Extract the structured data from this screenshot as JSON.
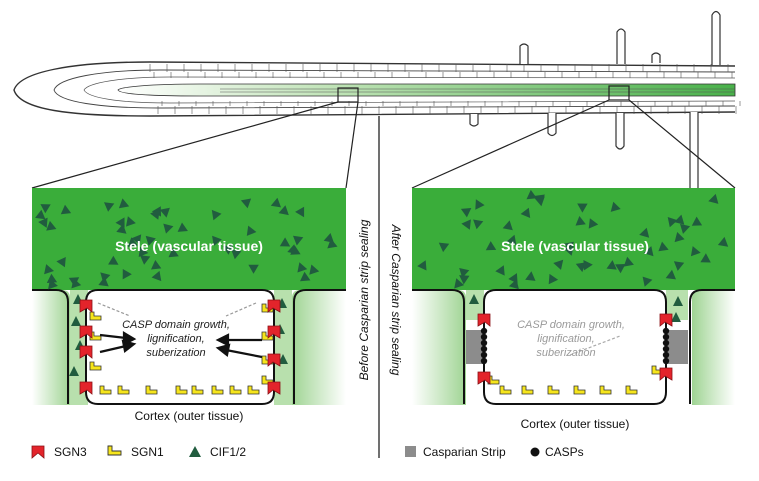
{
  "left_panel": {
    "stele_label": "Stele (vascular tissue)",
    "cortex_label": "Cortex (outer tissue)",
    "process_lines": [
      "CASP domain growth,",
      "lignification,",
      "suberization"
    ]
  },
  "right_panel": {
    "stele_label": "Stele (vascular tissue)",
    "cortex_label": "Cortex (outer tissue)",
    "process_lines": [
      "CASP domain growth,",
      "lignification,",
      "suberization"
    ]
  },
  "divider_labels": {
    "before": "Before Casparian strip sealing",
    "after": "After Casparian strip sealing"
  },
  "legend_left": [
    {
      "icon": "sgn3-icon",
      "label": "SGN3"
    },
    {
      "icon": "sgn1-icon",
      "label": "SGN1"
    },
    {
      "icon": "cif-icon",
      "label": "CIF1/2"
    }
  ],
  "legend_right": [
    {
      "icon": "casparian-strip-icon",
      "label": "Casparian Strip"
    },
    {
      "icon": "casps-icon",
      "label": "CASPs"
    }
  ],
  "colors": {
    "stele_green": "#3aad3a",
    "light_green": "#cfe9c8",
    "triangle": "#215c3f",
    "sgn3_red": "#e3242b",
    "sgn1_yellow": "#f6e51c",
    "strip_gray": "#8c8c8c"
  }
}
